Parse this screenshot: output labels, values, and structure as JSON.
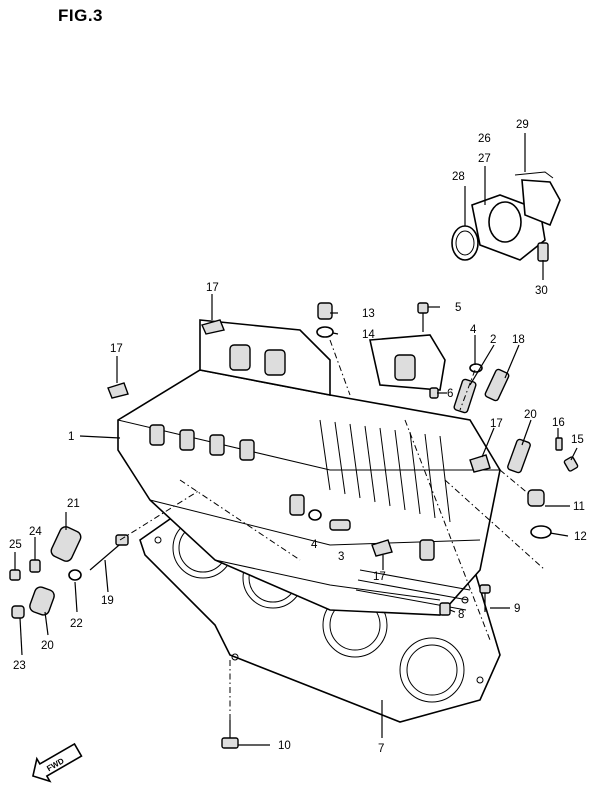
{
  "figure": {
    "title": "FIG.3"
  },
  "callouts": [
    {
      "id": "c1",
      "label": "1"
    },
    {
      "id": "c2",
      "label": "2"
    },
    {
      "id": "c3",
      "label": "3"
    },
    {
      "id": "c4a",
      "label": "4"
    },
    {
      "id": "c4b",
      "label": "4"
    },
    {
      "id": "c5",
      "label": "5"
    },
    {
      "id": "c6",
      "label": "6"
    },
    {
      "id": "c7",
      "label": "7"
    },
    {
      "id": "c8",
      "label": "8"
    },
    {
      "id": "c9",
      "label": "9"
    },
    {
      "id": "c10",
      "label": "10"
    },
    {
      "id": "c11",
      "label": "11"
    },
    {
      "id": "c12",
      "label": "12"
    },
    {
      "id": "c13",
      "label": "13"
    },
    {
      "id": "c14",
      "label": "14"
    },
    {
      "id": "c15",
      "label": "15"
    },
    {
      "id": "c16",
      "label": "16"
    },
    {
      "id": "c17a",
      "label": "17"
    },
    {
      "id": "c17b",
      "label": "17"
    },
    {
      "id": "c17c",
      "label": "17"
    },
    {
      "id": "c17d",
      "label": "17"
    },
    {
      "id": "c18",
      "label": "18"
    },
    {
      "id": "c19",
      "label": "19"
    },
    {
      "id": "c20a",
      "label": "20"
    },
    {
      "id": "c20b",
      "label": "20"
    },
    {
      "id": "c21",
      "label": "21"
    },
    {
      "id": "c22",
      "label": "22"
    },
    {
      "id": "c23",
      "label": "23"
    },
    {
      "id": "c24",
      "label": "24"
    },
    {
      "id": "c25",
      "label": "25"
    },
    {
      "id": "c26",
      "label": "26"
    },
    {
      "id": "c27",
      "label": "27"
    },
    {
      "id": "c28",
      "label": "28"
    },
    {
      "id": "c29",
      "label": "29"
    },
    {
      "id": "c30",
      "label": "30"
    }
  ],
  "front_marker": {
    "text": "FWD"
  }
}
